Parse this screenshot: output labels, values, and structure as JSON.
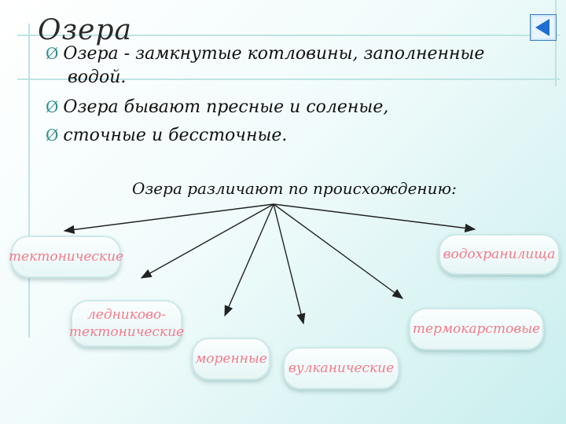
{
  "title": "Озера",
  "bullets": [
    {
      "line1": "Озера - замкнутые котловины, заполненные",
      "line2": "водой."
    },
    {
      "line1": "Озера бывают пресные и соленые,"
    },
    {
      "line1": "сточные и бессточные."
    }
  ],
  "bullet_marker": "Ø",
  "diagram": {
    "heading": "Озера различают по происхождению:",
    "nodes": {
      "tectonic": "тектонические",
      "reservoir": "водохранилища",
      "glacial_tectonic_1": "ледниково-",
      "glacial_tectonic_2": "тектонические",
      "thermokarst": "термокарстовые",
      "moraine": "моренные",
      "volcanic": "вулканические"
    }
  },
  "colors": {
    "node_text": "#f47a8a",
    "accent": "#2f8f8f",
    "back_button": "#1e6fd0"
  },
  "icons": {
    "back": "back-triangle-icon",
    "bullet": "arrow-bullet-icon"
  }
}
